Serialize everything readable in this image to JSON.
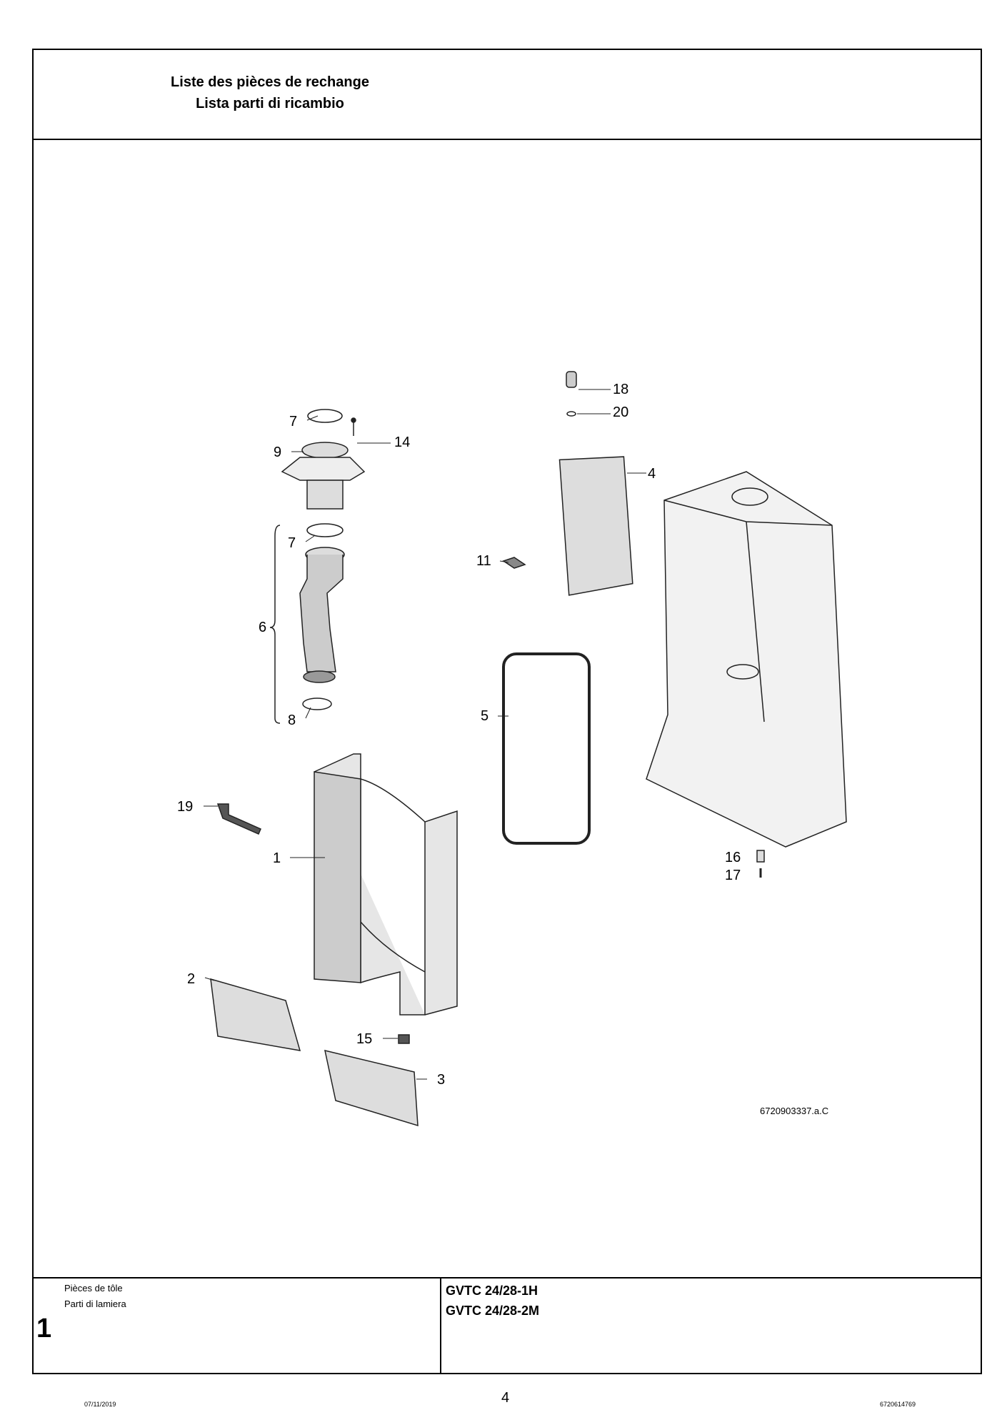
{
  "header": {
    "title_fr": "Liste des pièces de rechange",
    "title_it": "Lista parti di ricambio"
  },
  "diagram": {
    "reference": "6720903337.a.C",
    "callouts": [
      "7",
      "14",
      "9",
      "7",
      "6",
      "8",
      "19",
      "1",
      "2",
      "15",
      "3",
      "5",
      "11",
      "18",
      "20",
      "4",
      "16",
      "17"
    ]
  },
  "footer": {
    "group_fr": "Pièces de tôle",
    "group_it": "Parti di lamiera",
    "group_number": "1",
    "models": [
      "GVTC 24/28-1H",
      "GVTC 24/28-2M"
    ]
  },
  "page": {
    "date": "07/11/2019",
    "number": "4",
    "doc_code": "6720614769"
  }
}
